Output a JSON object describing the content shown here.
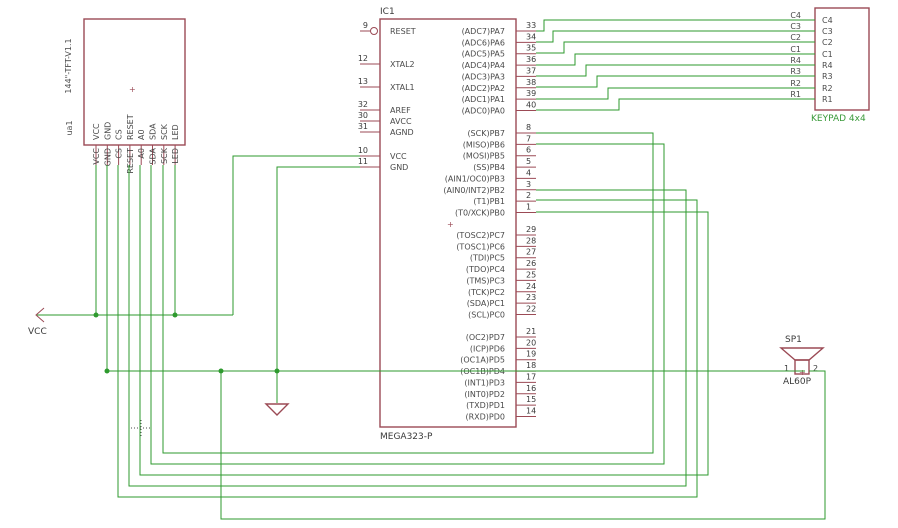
{
  "lcd": {
    "name": "144\"-TFT-V1.1",
    "ref": "ua1",
    "pins": [
      "VCC",
      "GND",
      "CS",
      "RESET",
      "A0",
      "SDA",
      "SCK",
      "LED"
    ]
  },
  "ic": {
    "ref": "IC1",
    "value": "MEGA323-P",
    "left_pins": [
      {
        "num": "9",
        "name": "RESET"
      },
      {
        "num": "12",
        "name": "XTAL2"
      },
      {
        "num": "13",
        "name": "XTAL1"
      },
      {
        "num": "32",
        "name": "AREF"
      },
      {
        "num": "30",
        "name": "AVCC"
      },
      {
        "num": "31",
        "name": "AGND"
      },
      {
        "num": "10",
        "name": "VCC"
      },
      {
        "num": "11",
        "name": "GND"
      }
    ],
    "right_pins": [
      {
        "num": "33",
        "name": "(ADC7)PA7"
      },
      {
        "num": "34",
        "name": "(ADC6)PA6"
      },
      {
        "num": "35",
        "name": "(ADC5)PA5"
      },
      {
        "num": "36",
        "name": "(ADC4)PA4"
      },
      {
        "num": "37",
        "name": "(ADC3)PA3"
      },
      {
        "num": "38",
        "name": "(ADC2)PA2"
      },
      {
        "num": "39",
        "name": "(ADC1)PA1"
      },
      {
        "num": "40",
        "name": "(ADC0)PA0"
      },
      {
        "num": "8",
        "name": "(SCK)PB7"
      },
      {
        "num": "7",
        "name": "(MISO)PB6"
      },
      {
        "num": "6",
        "name": "(MOSI)PB5"
      },
      {
        "num": "5",
        "name": "(SS)PB4"
      },
      {
        "num": "4",
        "name": "(AIN1/OC0)PB3"
      },
      {
        "num": "3",
        "name": "(AIN0/INT2)PB2"
      },
      {
        "num": "2",
        "name": "(T1)PB1"
      },
      {
        "num": "1",
        "name": "(T0/XCK)PB0"
      },
      {
        "num": "29",
        "name": "(TOSC2)PC7"
      },
      {
        "num": "28",
        "name": "(TOSC1)PC6"
      },
      {
        "num": "27",
        "name": "(TDI)PC5"
      },
      {
        "num": "26",
        "name": "(TDO)PC4"
      },
      {
        "num": "25",
        "name": "(TMS)PC3"
      },
      {
        "num": "24",
        "name": "(TCK)PC2"
      },
      {
        "num": "23",
        "name": "(SDA)PC1"
      },
      {
        "num": "22",
        "name": "(SCL)PC0"
      },
      {
        "num": "21",
        "name": "(OC2)PD7"
      },
      {
        "num": "20",
        "name": "(ICP)PD6"
      },
      {
        "num": "19",
        "name": "(OC1A)PD5"
      },
      {
        "num": "18",
        "name": "(OC1B)PD4"
      },
      {
        "num": "17",
        "name": "(INT1)PD3"
      },
      {
        "num": "16",
        "name": "(INT0)PD2"
      },
      {
        "num": "15",
        "name": "(TXD)PD1"
      },
      {
        "num": "14",
        "name": "(RXD)PD0"
      }
    ]
  },
  "keypad": {
    "value": "KEYPAD 4x4",
    "inner_labels": [
      "C4",
      "C3",
      "C2",
      "C1",
      "R4",
      "R3",
      "R2",
      "R1"
    ],
    "net_labels": [
      "C4",
      "C3",
      "C2",
      "C1",
      "R4",
      "R3",
      "R2",
      "R1"
    ]
  },
  "speaker": {
    "ref": "SP1",
    "value": "AL60P",
    "pin1": "1",
    "pin2": "2"
  },
  "power": {
    "vcc_label": "VCC"
  },
  "colors": {
    "wire": "#2e9a2e",
    "part": "#9b4a55",
    "text": "#4a4a4a"
  }
}
